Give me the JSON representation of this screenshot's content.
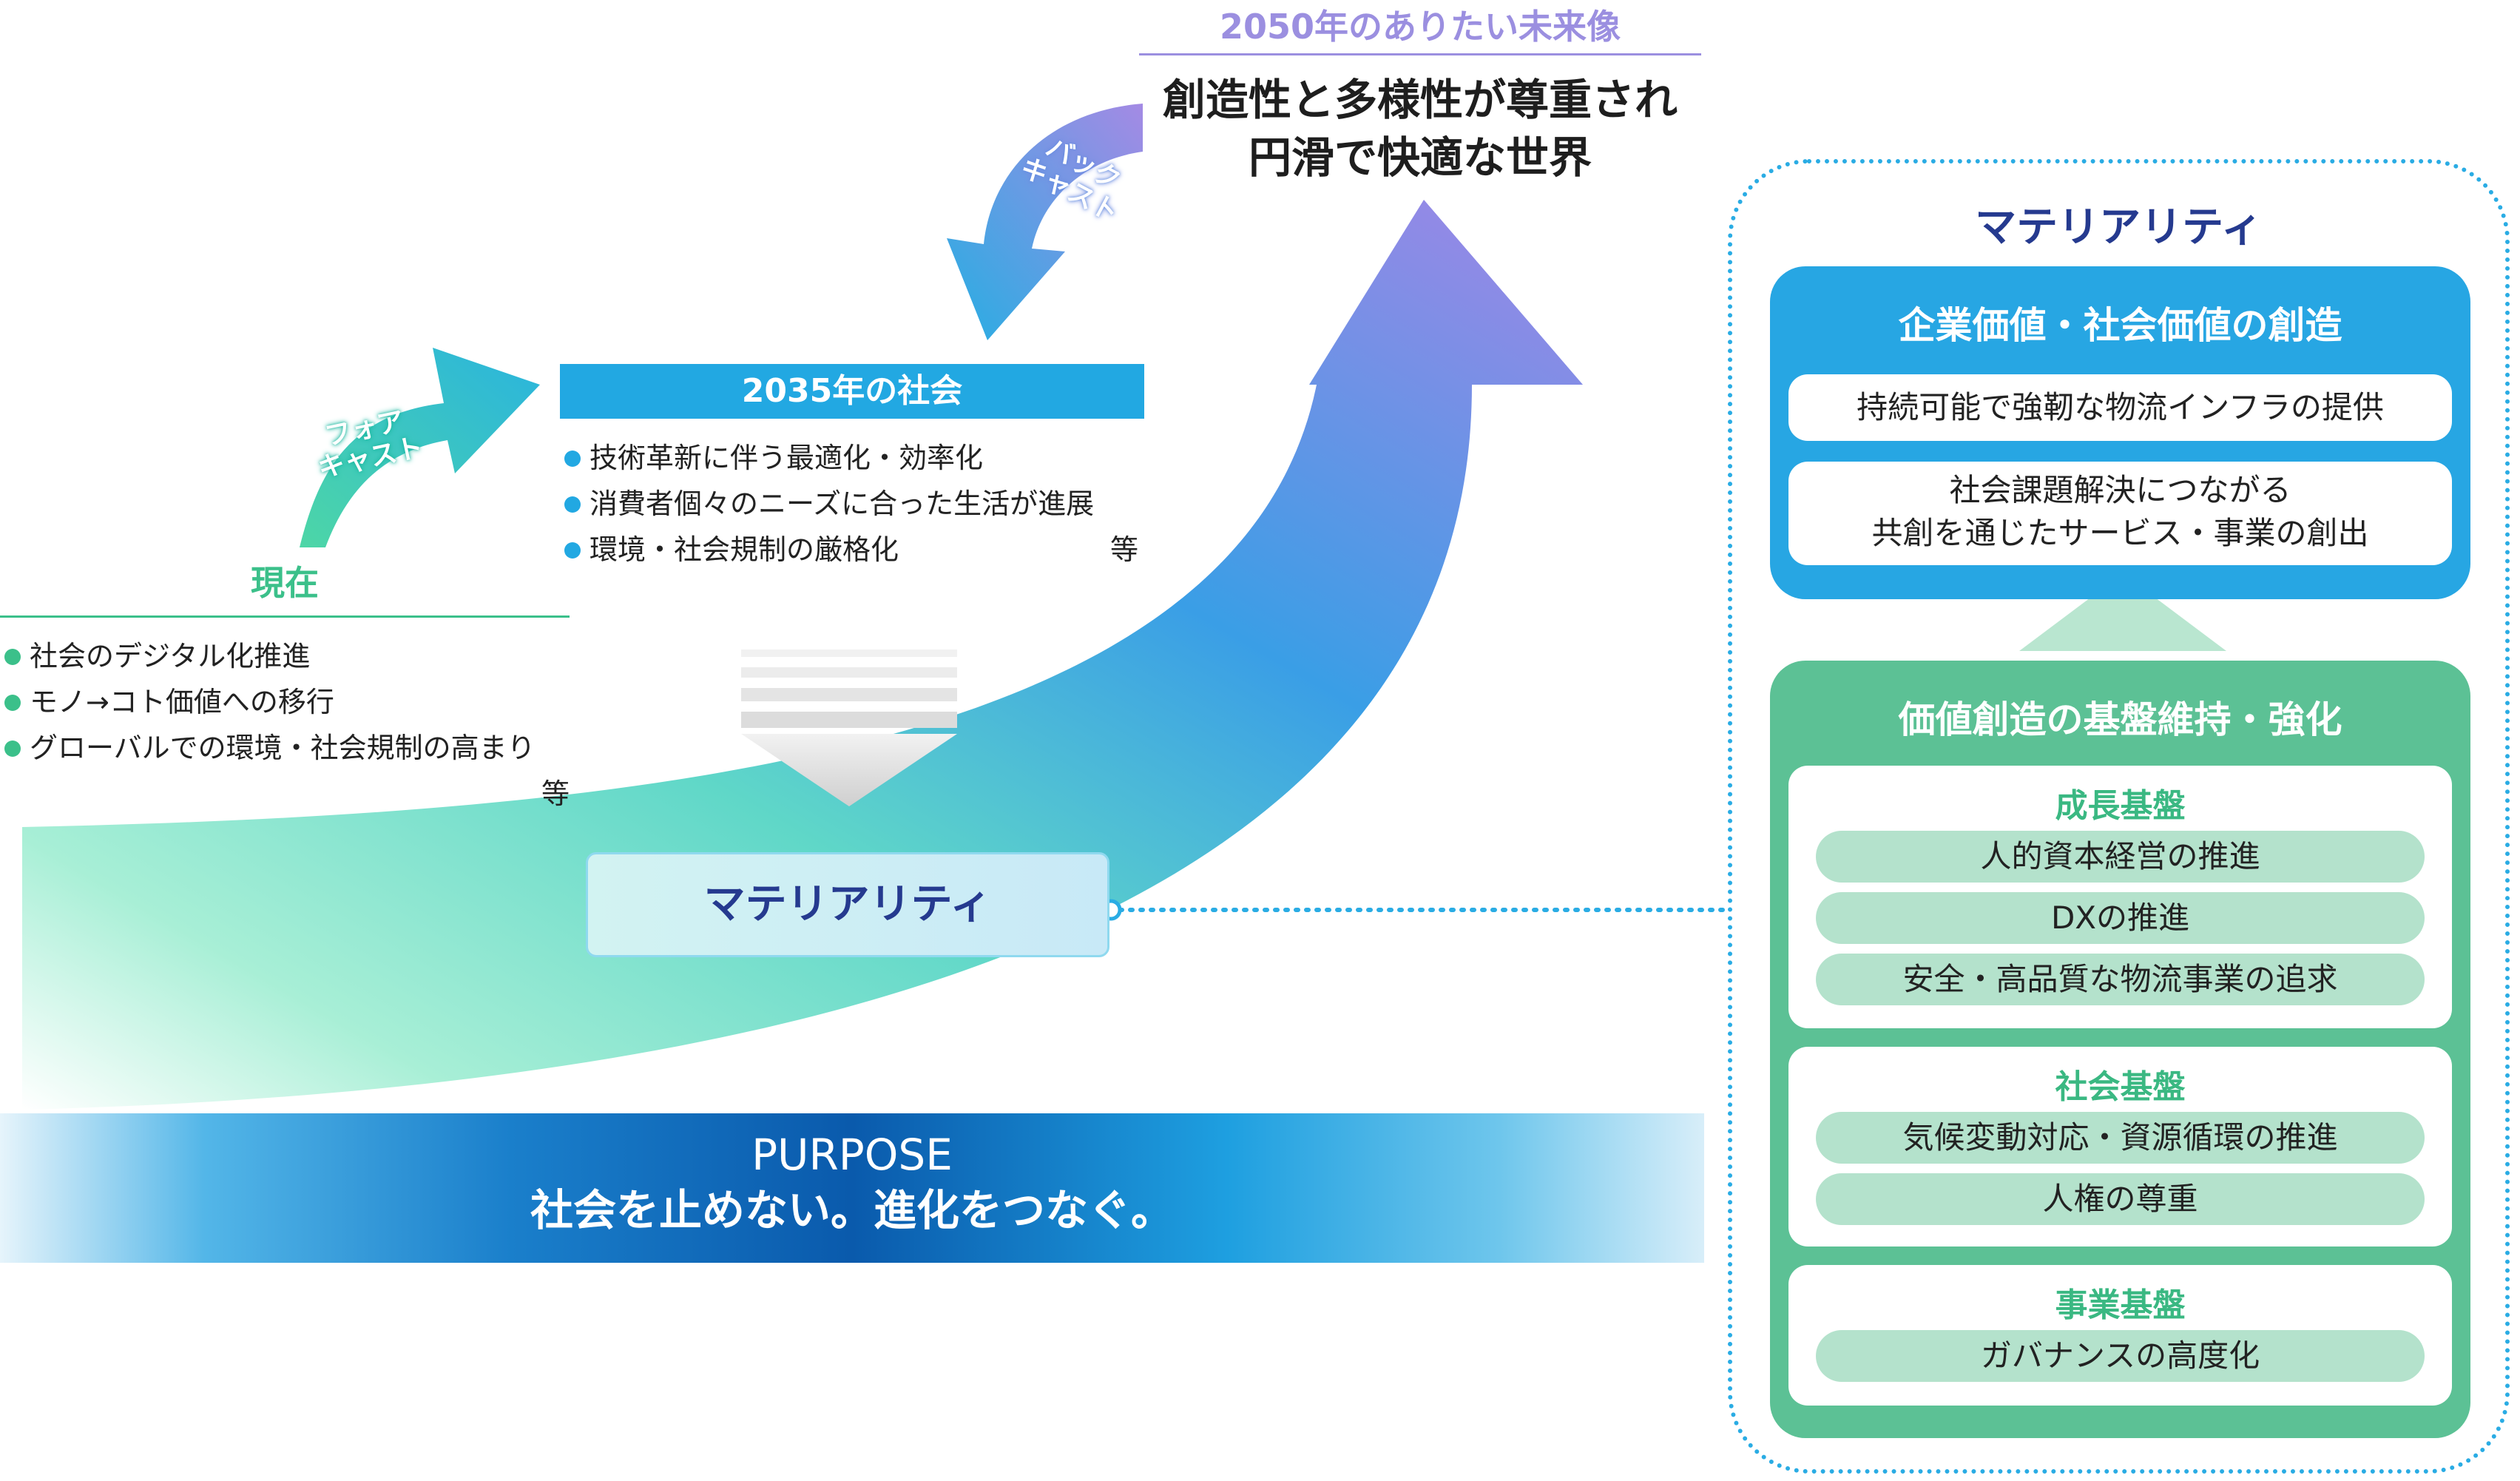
{
  "future": {
    "title": "2050年のありたい未来像",
    "vision_line1": "創造性と多様性が尊重され",
    "vision_line2": "円滑で快適な世界"
  },
  "backcast": {
    "line1": "バック",
    "line2": "キャスト"
  },
  "forecast": {
    "line1": "フォア",
    "line2": "キャスト"
  },
  "society_2035": {
    "title": "2035年の社会",
    "items": [
      "技術革新に伴う最適化・効率化",
      "消費者個々のニーズに合った生活が進展",
      "環境・社会規制の厳格化"
    ],
    "etc": "等",
    "bullet_color": "#22a8e2"
  },
  "present": {
    "title": "現在",
    "items": [
      "社会のデジタル化推進",
      "モノ→コト価値への移行",
      "グローバルでの環境・社会規制の高まり"
    ],
    "etc": "等",
    "bullet_color": "#3bc08a"
  },
  "materiality_center": {
    "label": "マテリアリティ"
  },
  "purpose": {
    "title": "PURPOSE",
    "message": "社会を止めない。進化をつなぐ。"
  },
  "materiality_panel": {
    "title": "マテリアリティ",
    "value_creation": {
      "title": "企業価値・社会価値の創造",
      "items": [
        "持続可能で強靭な物流インフラの提供",
        "社会課題解決につながる",
        "共創を通じたサービス・事業の創出"
      ]
    },
    "foundation": {
      "title": "価値創造の基盤維持・強化",
      "groups": [
        {
          "title": "成長基盤",
          "items": [
            "人的資本経営の推進",
            "DXの推進",
            "安全・高品質な物流事業の追求"
          ]
        },
        {
          "title": "社会基盤",
          "items": [
            "気候変動対応・資源循環の推進",
            "人権の尊重"
          ]
        },
        {
          "title": "事業基盤",
          "items": [
            "ガバナンスの高度化"
          ]
        }
      ]
    }
  },
  "colors": {
    "accent_blue": "#27a6e3",
    "accent_green": "#5cc195",
    "navy_text": "#253a8f",
    "purple": "#9b8fe0"
  }
}
